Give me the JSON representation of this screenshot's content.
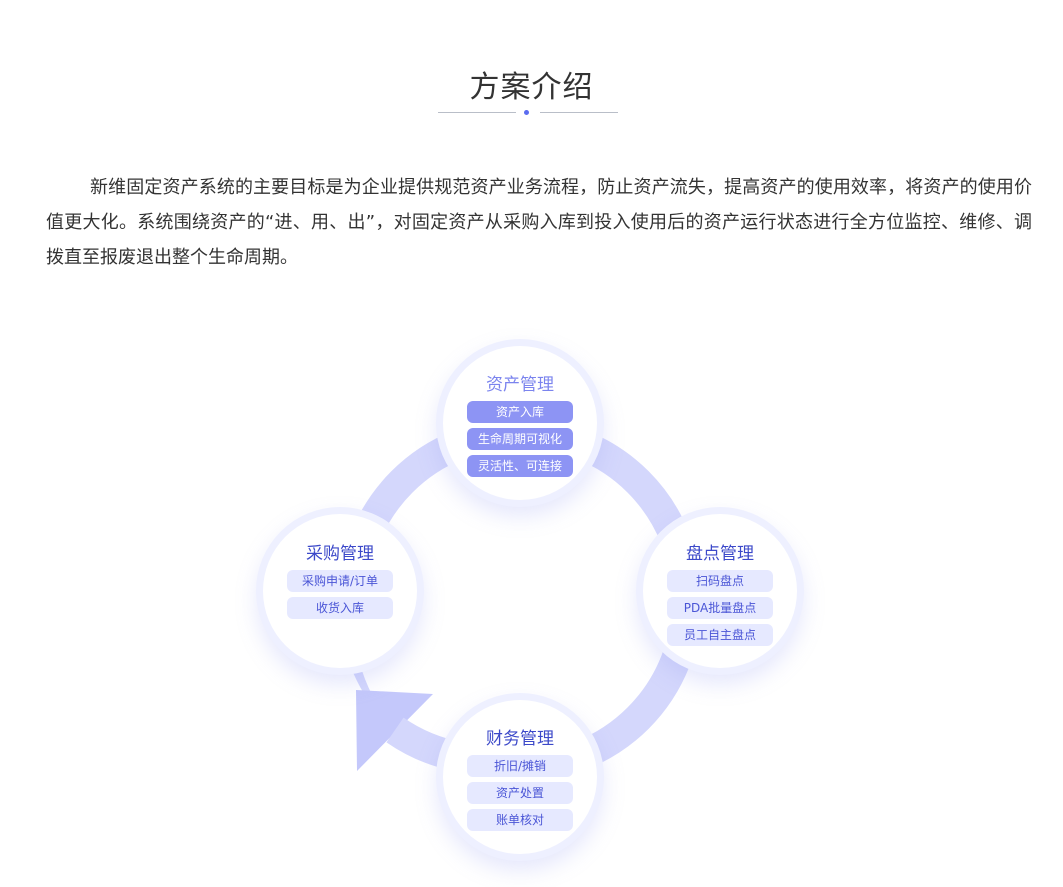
{
  "title": "方案介绍",
  "intro": "新维固定资产系统的主要目标是为企业提供规范资产业务流程，防止资产流失，提高资产的使用效率，将资产的使用价值更大化。系统围绕资产的“进、用、出”，对固定资产从采购入库到投入使用后的资产运行状态进行全方位监控、维修、调拨直至报废退出整个生命周期。",
  "colors": {
    "accent": "#5b6cf0",
    "ring": "#d4d7fc",
    "tag_filled": "#8d94f4",
    "tag_pale": "#e6e9ff",
    "title_dark": "#3c49c9"
  },
  "nodes": {
    "asset": {
      "title": "资产管理",
      "items": [
        "资产入库",
        "生命周期可视化",
        "灵活性、可连接"
      ]
    },
    "purchase": {
      "title": "采购管理",
      "items": [
        "采购申请/订单",
        "收货入库"
      ]
    },
    "inventory": {
      "title": "盘点管理",
      "items": [
        "扫码盘点",
        "PDA批量盘点",
        "员工自主盘点"
      ]
    },
    "finance": {
      "title": "财务管理",
      "items": [
        "折旧/摊销",
        "资产处置",
        "账单核对"
      ]
    }
  }
}
